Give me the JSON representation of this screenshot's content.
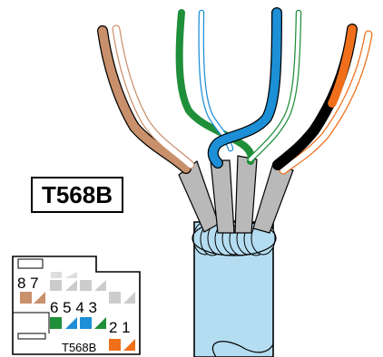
{
  "standard_label": "T568B",
  "pin_labels": {
    "left_top": "8 7",
    "middle": "6 5 4 3",
    "right_bottom": "2 1",
    "footer": "T568B"
  },
  "colors": {
    "brown": "#c9906c",
    "brown_white": "#ffffff",
    "green": "#1f8f3a",
    "blue": "#1c8fd6",
    "orange": "#ef6f1a",
    "jacket": "#b5ddf1",
    "pair_sheath": "#b9b9b9",
    "outline": "#000000"
  }
}
